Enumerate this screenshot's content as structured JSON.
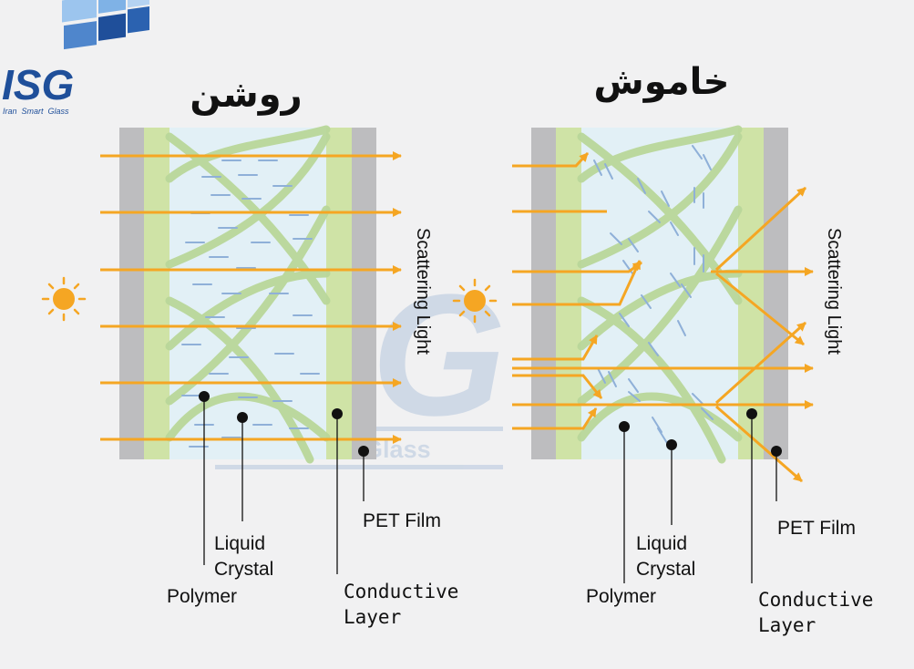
{
  "logo": {
    "mark": "ISG",
    "tagline": "Iran  Smart  Glass",
    "colors": {
      "blue": "#1f4f9a",
      "light_blue": "#7fb2e6"
    }
  },
  "watermark": {
    "mark": "ISG",
    "tagline": "Iran  Smart  Glass"
  },
  "panels": {
    "on": {
      "title": "روشن",
      "scatter_label": "Scattering Light",
      "labels": {
        "polymer": "Polymer",
        "liquid_crystal_1": "Liquid",
        "liquid_crystal_2": "Crystal",
        "conductive_1": "Conductive",
        "conductive_2": "Layer",
        "pet_film": "PET Film"
      }
    },
    "off": {
      "title": "خاموش",
      "scatter_label": "Scattering Light",
      "labels": {
        "polymer": "Polymer",
        "liquid_crystal_1": "Liquid",
        "liquid_crystal_2": "Crystal",
        "conductive_1": "Conductive",
        "conductive_2": "Layer",
        "pet_film": "PET Film"
      }
    }
  },
  "icons": {
    "sun": "sun-icon",
    "arrow": "arrow-icon",
    "leader_dot": "dot-icon"
  },
  "colors": {
    "ray": "#f5a623",
    "pet": "#bdbdbf",
    "conductive": "#cfe3a6",
    "lc_bg": "#e2f0f6",
    "polymer": "#b9d79a",
    "lc_dash": "#8fb0d8",
    "sun": "#f5a623"
  }
}
